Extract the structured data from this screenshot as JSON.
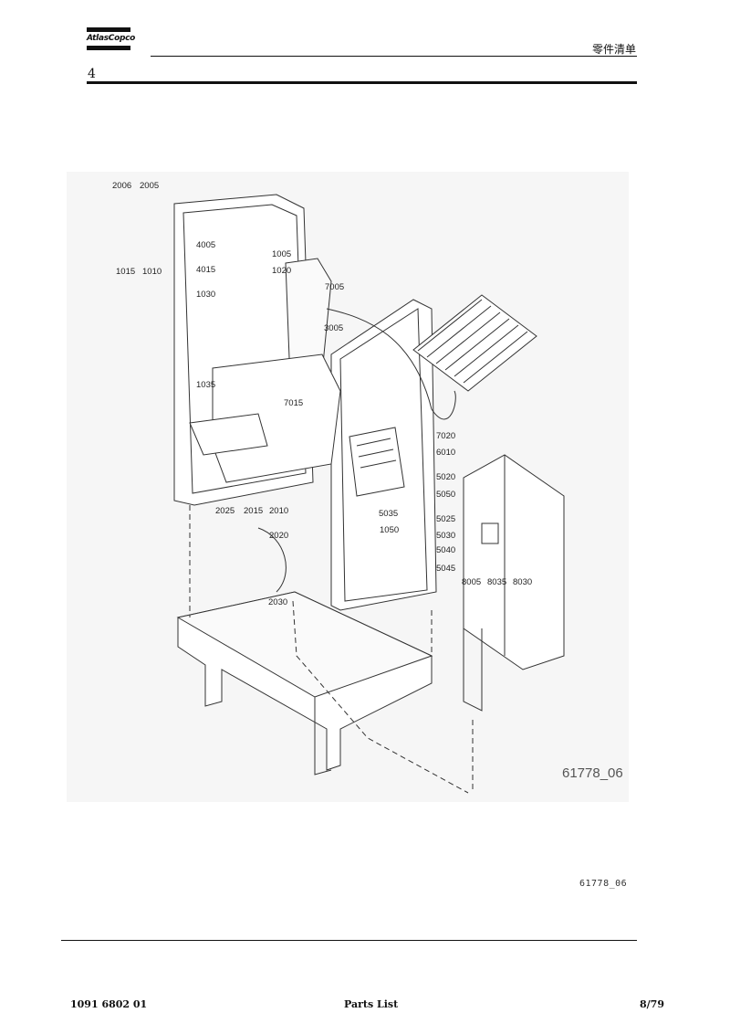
{
  "header": {
    "logo_text": "AtlasCopco",
    "doc_type": "零件清单",
    "section_number": "4"
  },
  "drawing": {
    "drawing_id": "61778_06",
    "callouts": [
      "2006",
      "2005",
      "1015",
      "1010",
      "4005",
      "4015",
      "1005",
      "1020",
      "1030",
      "7005",
      "3005",
      "7015",
      "1035",
      "7020",
      "6010",
      "5020",
      "5050",
      "5035",
      "5025",
      "5030",
      "5040",
      "5045",
      "1050",
      "2025",
      "2015",
      "2010",
      "2020",
      "2030",
      "8005",
      "8035",
      "8030"
    ]
  },
  "caption": {
    "ref": "61778_06"
  },
  "footer": {
    "doc_number": "1091 6802 01",
    "title": "Parts List",
    "page": "8/79"
  }
}
